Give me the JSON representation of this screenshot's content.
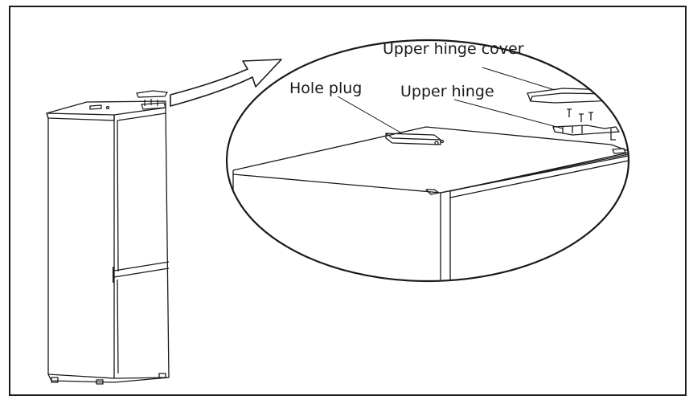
{
  "labels": {
    "upper_hinge_cover": "Upper hinge cover",
    "hole_plug": "Hole plug",
    "upper_hinge": "Upper hinge"
  },
  "colors": {
    "stroke": "#1a1a1a",
    "background": "#ffffff"
  }
}
